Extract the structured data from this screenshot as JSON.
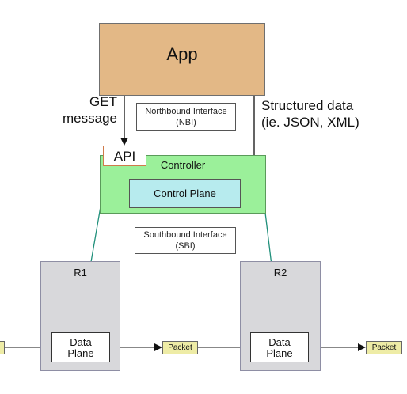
{
  "app": {
    "label": "App"
  },
  "get_message": {
    "line1": "GET",
    "line2": "message"
  },
  "structured_data": {
    "line1": "Structured data",
    "line2": "(ie. JSON, XML)"
  },
  "northbound": {
    "line1": "Northbound Interface",
    "line2": "(NBI)"
  },
  "api": {
    "label": "API"
  },
  "controller": {
    "label": "Controller"
  },
  "control_plane": {
    "label": "Control Plane"
  },
  "southbound": {
    "line1": "Southbound Interface",
    "line2": "(SBI)"
  },
  "routers": [
    {
      "label": "R1",
      "data_plane": {
        "line1": "Data",
        "line2": "Plane"
      }
    },
    {
      "label": "R2",
      "data_plane": {
        "line1": "Data",
        "line2": "Plane"
      }
    }
  ],
  "packets": {
    "middle": "Packet",
    "right": "Packet"
  },
  "colors": {
    "app_fill": "#e3b886",
    "controller_fill": "#9bf09a",
    "control_plane_fill": "#b7ebee",
    "router_fill": "#d8d8db",
    "packet_fill": "#eeeca6",
    "sbi_link": "#1f8f7a"
  }
}
